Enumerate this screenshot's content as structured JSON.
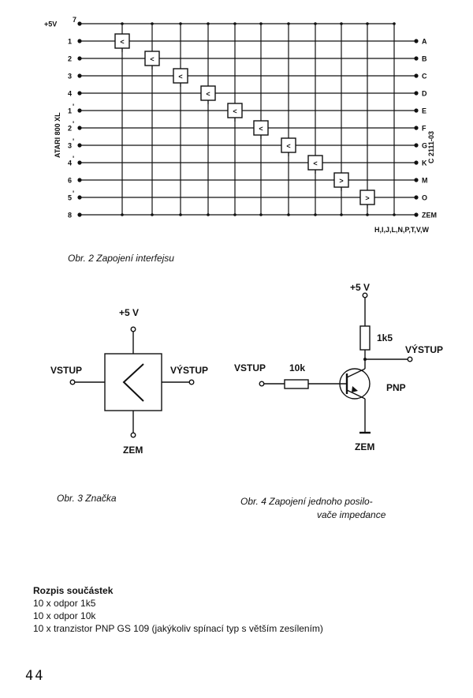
{
  "fig2": {
    "caption": "Obr. 2  Zapojení interfejsu",
    "left_labels": [
      "+5V",
      "1",
      "2",
      "3",
      "4",
      "1",
      "2",
      "3",
      "4",
      "6",
      "5",
      "8"
    ],
    "left_marks": [
      "7",
      "",
      "",
      "",
      "",
      "'",
      "'",
      "'",
      "'",
      "",
      "'",
      ""
    ],
    "right_labels": [
      "A",
      "B",
      "C",
      "D",
      "E",
      "F",
      "G",
      "K",
      "M",
      "O",
      "ZEM"
    ],
    "left_vertical": "ATARI 800 XL",
    "right_vertical": "C 2111-03",
    "bottom_letters": "H,I,J,L,N,P,T,V,W",
    "buffers": [
      "<",
      "<",
      "<",
      "<",
      "<",
      "<",
      "<",
      "<",
      ">",
      ">"
    ]
  },
  "fig3": {
    "caption": "Obr. 3  Značka",
    "vcc": "+5 V",
    "input": "VSTUP",
    "output": "VÝSTUP",
    "gnd": "ZEM"
  },
  "fig4": {
    "caption_line1": "Obr. 4  Zapojení jednoho posilo-",
    "caption_line2": "vače impedance",
    "vcc": "+5 V",
    "r1": "1k5",
    "r2": "10k",
    "input": "VSTUP",
    "output": "VÝSTUP",
    "transistor": "PNP",
    "gnd": "ZEM"
  },
  "parts": {
    "heading": "Rozpis součástek",
    "items": [
      "10 x odpor 1k5",
      "10 x odpor 10k",
      "10 x tranzistor PNP GS 109 (jakýkoliv spínací typ s větším zesílením)"
    ]
  },
  "page_number": "44"
}
